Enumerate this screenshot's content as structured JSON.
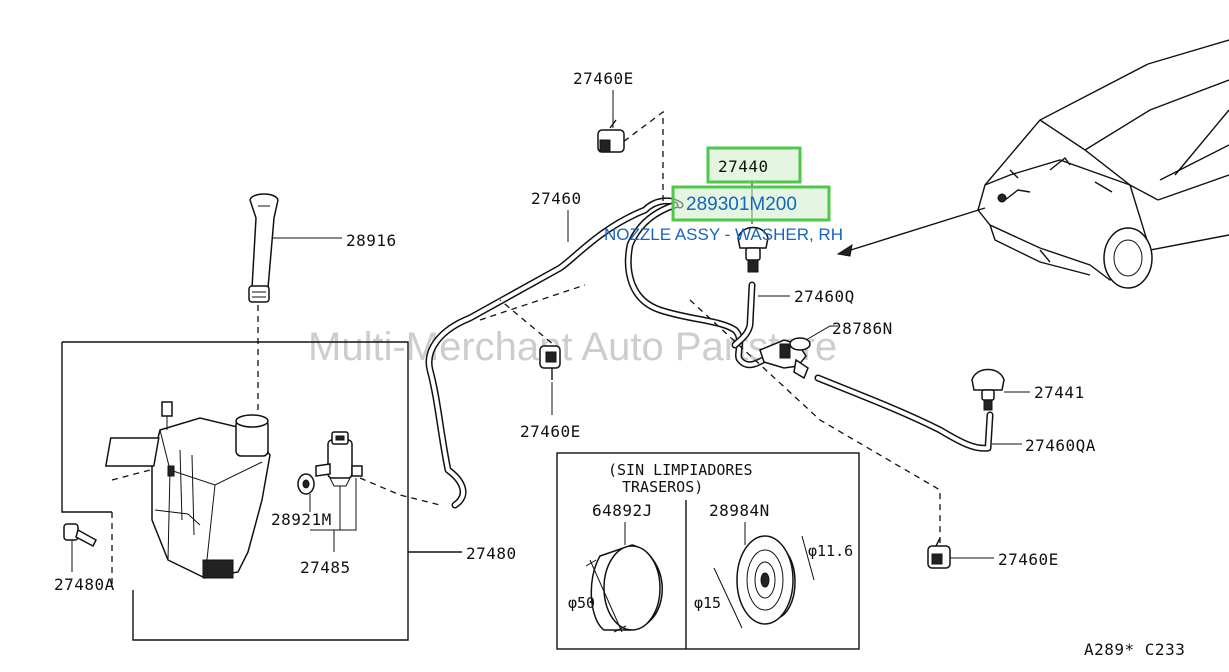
{
  "watermark": "Multi-Merchant Auto Partstore",
  "highlight": {
    "part_number": "27440",
    "alt_part_number": "289301M200",
    "description": "NOZZLE ASSY - WASHER, RH",
    "box_color": "#4fc74a",
    "text_color": "#1565c0"
  },
  "labels": {
    "p27460E_top": "27460E",
    "p27460": "27460",
    "p28916": "28916",
    "p27460Q": "27460Q",
    "p28786N": "28786N",
    "p27460E_mid": "27460E",
    "p27441": "27441",
    "p27460QA": "27460QA",
    "p28921M": "28921M",
    "p27485": "27485",
    "p27480": "27480",
    "p27480A": "27480A",
    "p27460E_bottom": "27460E",
    "p64892J": "64892J",
    "p28984N": "28984N"
  },
  "inset": {
    "title_line1": "(SIN LIMPIADORES",
    "title_line2": "TRASEROS)",
    "dim_phi50": "φ50",
    "dim_phi15": "φ15",
    "dim_phi116": "φ11.6"
  },
  "diagram_code": "A289* C233",
  "icons": [
    "washer-tank-icon",
    "pump-motor-icon",
    "filler-tube-icon",
    "nozzle-icon",
    "hose-clip-icon",
    "check-valve-icon",
    "car-outline-icon",
    "plug-cap-icon",
    "grommet-icon"
  ]
}
